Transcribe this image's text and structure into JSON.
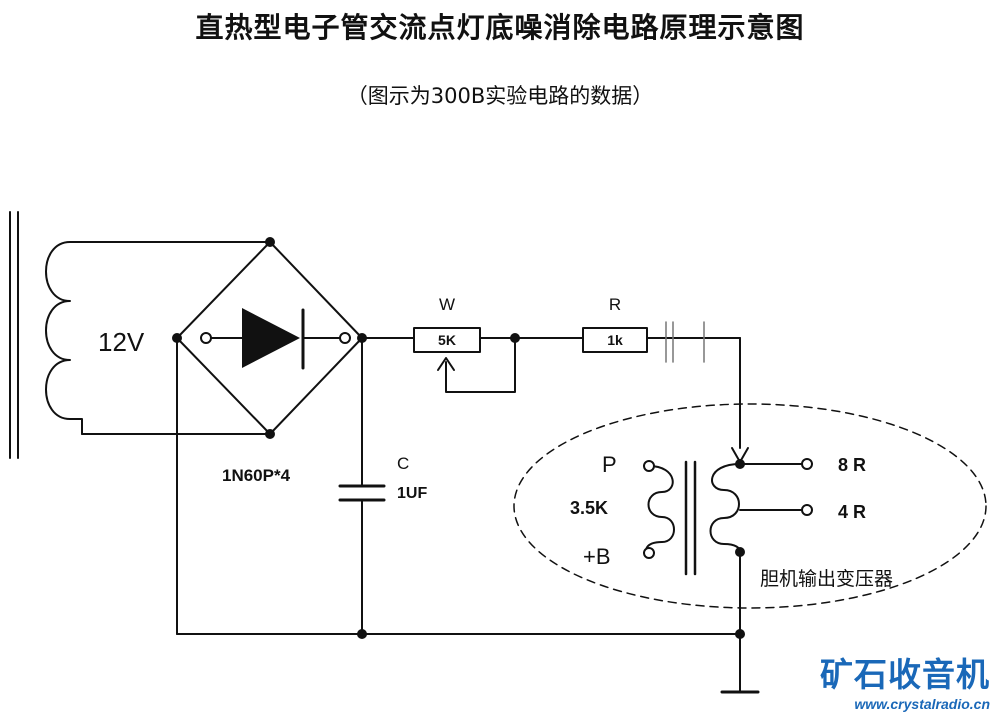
{
  "title": "直热型电子管交流点灯底噪消除电路原理示意图",
  "subtitle": "（图示为300B实验电路的数据）",
  "labels": {
    "voltage": "12V",
    "pot_name": "W",
    "pot_value": "5K",
    "res_name": "R",
    "res_value": "1k",
    "diode": "1N60P*4",
    "cap_name": "C",
    "cap_value": "1UF",
    "primary_p": "P",
    "primary_imp": "3.5K",
    "primary_b": "+B",
    "tap_8": "8 R",
    "tap_4": "4 R",
    "transformer": "胆机输出变压器"
  },
  "watermark": {
    "name": "矿石收音机",
    "url": "www.crystalradio.cn"
  },
  "colors": {
    "line": "#111111",
    "watermark": "#1a68b8"
  }
}
